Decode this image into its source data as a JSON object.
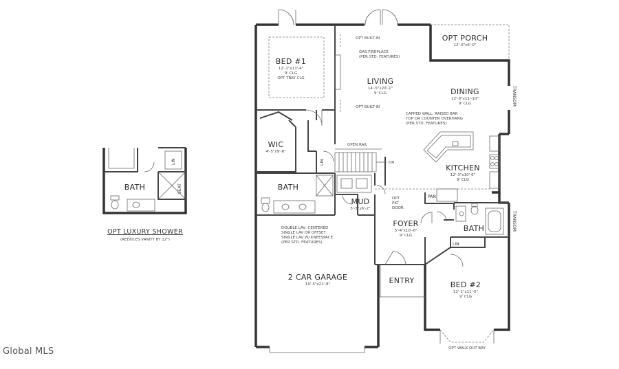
{
  "rooms": {
    "bed1": {
      "name": "BED #1",
      "dim": "12'-1\"x13'-4\"",
      "clg": "9' CLG",
      "extra": "OPT TRAY CLG"
    },
    "living": {
      "name": "LIVING",
      "dim": "14'-5\"x20'-1\"",
      "clg": "9' CLG"
    },
    "opt_porch": {
      "name": "OPT PORCH",
      "dim": "12'-0\"x6'-0\""
    },
    "dining": {
      "name": "DINING",
      "dim": "12'-0\"x11'-10\"",
      "clg": "9' CLG"
    },
    "wic": {
      "name": "WIC",
      "dim": "4'-5\"x9'-6\""
    },
    "bath_main": {
      "name": "BATH"
    },
    "mud": {
      "name": "MUD",
      "dim": "5'-5\"x6'-2\""
    },
    "kitchen": {
      "name": "KITCHEN",
      "dim": "12'-3\"x10'-6\"",
      "clg": "9' CLG"
    },
    "foyer": {
      "name": "FOYER",
      "dim": "5'-4\"x10'-6\"",
      "clg": "9' CLG"
    },
    "bath2": {
      "name": "BATH"
    },
    "garage": {
      "name": "2 CAR GARAGE",
      "dim": "19'-5\"x21'-8\""
    },
    "entry": {
      "name": "ENTRY"
    },
    "bed2": {
      "name": "BED #2",
      "dim": "12'-1\"x11'-5\"",
      "clg": "9' CLG"
    },
    "bath_opt": {
      "name": "BATH"
    }
  },
  "notes": {
    "opt_built_in_top": "OPT BUILT-IN",
    "gas_fireplace_1": "GAS FIREPLACE",
    "gas_fireplace_2": "(PER STD. FEATURES)",
    "opt_built_in_bottom": "OPT BUILT-IN",
    "capped_wall_1": "CAPPED WALL, RAISED BAR",
    "capped_wall_2": "TOP OR COUNTER OVERHANG",
    "capped_wall_3": "(PER STD. FEATURES)",
    "open_rail": "OPEN RAIL",
    "dn": "DN",
    "opt_pkt_door_1": "OPT",
    "opt_pkt_door_2": "PKT",
    "opt_pkt_door_3": "DOOR",
    "lav_1": "DOUBLE LAV, CENTERED",
    "lav_2": "SINGLE LAV OR OFFSET",
    "lav_3": "SINGLE LAV W/ KNEESPACE",
    "lav_4": "(PER STD. FEATURES)",
    "pan": "PAN",
    "lin_stair": "LIN",
    "lin_bath2": "LIN",
    "lin_opt": "LIN",
    "seat": "SEAT",
    "transom_top": "TRANSOM",
    "transom_bottom": "TRANSOM",
    "walkout_bay": "OPT WALK-OUT BAY"
  },
  "caption": {
    "title": "OPT LUXURY SHOWER",
    "subtitle": "(REDUCES VANITY BY 12\")"
  },
  "watermark": "Global MLS"
}
